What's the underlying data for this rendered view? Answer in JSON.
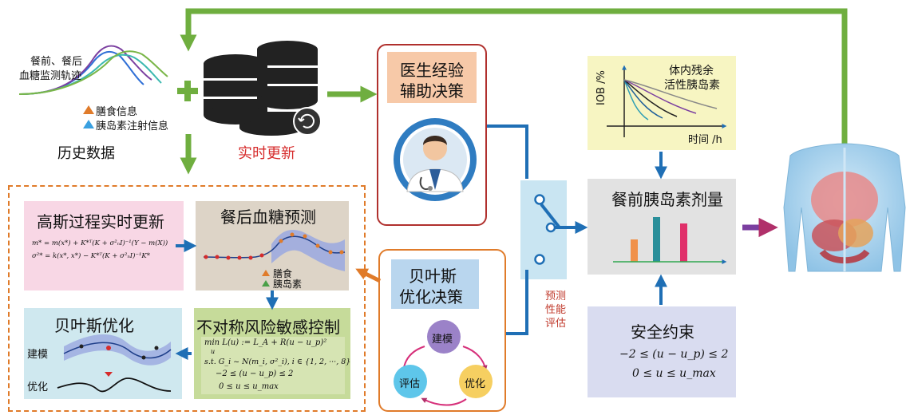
{
  "history": {
    "traj_label_1": "餐前、餐后",
    "traj_label_2": "血糖监测轨迹",
    "meal_info": "膳食信息",
    "insulin_info": "胰岛素注射信息",
    "caption": "历史数据"
  },
  "realtime": {
    "caption": "实时更新"
  },
  "doctor": {
    "title_1": "医生经验",
    "title_2": "辅助决策"
  },
  "bayes_decision": {
    "title_1": "贝叶斯",
    "title_2": "优化决策",
    "cycle": [
      "建模",
      "优化",
      "评估"
    ]
  },
  "switch_label": [
    "预测",
    "性能",
    "评估"
  ],
  "gp": {
    "title": "高斯过程实时更新",
    "eq1": "m* = m(x*) + K*ᵀ(K + σ²ₙI)⁻¹(Y − m(X))",
    "eq2": "σ²* = k(x*, x*) − K*ᵀ(K + σ²ₙI)⁻¹K*"
  },
  "pred": {
    "title": "餐后血糖预测",
    "legend_meal": "膳食",
    "legend_insulin": "胰岛素"
  },
  "bo": {
    "title": "贝叶斯优化",
    "row1": "建模",
    "row2": "优化"
  },
  "arc": {
    "title": "不对称风险敏感控制",
    "eq1": "min L(u) := L_A + R(u − u_p)²",
    "eq1_sub": "u",
    "eq2": "s.t. G_i ~ N(m_i, σ²_i), i ∈ {1, 2, ···, 8}",
    "eq3": "−2 ≤ (u − u_p) ≤ 2",
    "eq4": "0 ≤ u ≤ u_max"
  },
  "iob": {
    "ylabel": "IOB /%",
    "title_1": "体内残余",
    "title_2": "活性胰岛素",
    "xlabel": "时间 /h"
  },
  "dose": {
    "title": "餐前胰岛素剂量"
  },
  "safety": {
    "title": "安全约束",
    "eq1": "−2 ≤ (u − u_p) ≤ 2",
    "eq2": "0 ≤ u ≤ u_max"
  },
  "colors": {
    "green": "#6fae3f",
    "blue": "#1f6fb5",
    "red_title": "#c0392b",
    "orange": "#e07b2a",
    "purple": "#7b3fa0"
  }
}
